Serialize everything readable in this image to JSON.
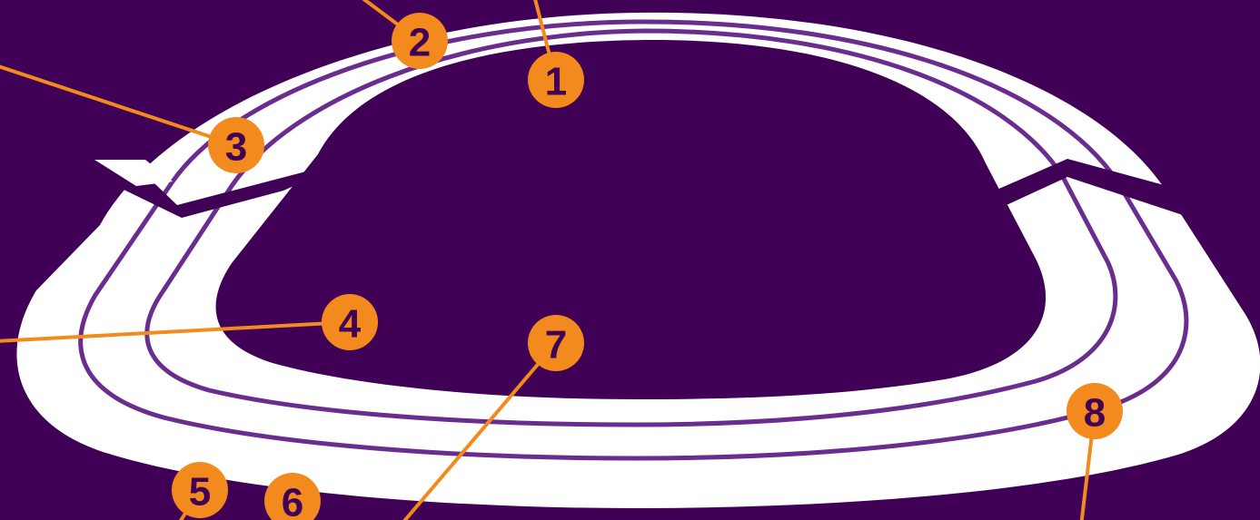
{
  "colors": {
    "background": "#3f0055",
    "track": "#ffffff",
    "lane_line": "#6a2d8f",
    "marker": "#f28a1e",
    "marker_text": "#3f0055"
  },
  "markers": [
    {
      "id": 1,
      "label": "1"
    },
    {
      "id": 2,
      "label": "2"
    },
    {
      "id": 3,
      "label": "3"
    },
    {
      "id": 4,
      "label": "4"
    },
    {
      "id": 5,
      "label": "5"
    },
    {
      "id": 6,
      "label": "6"
    },
    {
      "id": 7,
      "label": "7"
    },
    {
      "id": 8,
      "label": "8"
    }
  ]
}
